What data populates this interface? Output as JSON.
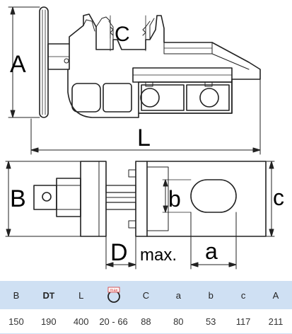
{
  "drawing": {
    "labels": {
      "A": "A",
      "C": "C",
      "L": "L",
      "B": "B",
      "b": "b",
      "c": "c",
      "D": "D",
      "max": "max.",
      "a": "a"
    }
  },
  "table": {
    "headers": [
      "B",
      "D",
      "L",
      "max-icon",
      "C",
      "a",
      "b",
      "c",
      "A"
    ],
    "dt_mark": "T",
    "max_icon_text": "max",
    "values": [
      "150",
      "190",
      "400",
      "20 - 66",
      "88",
      "80",
      "53",
      "117",
      "211"
    ],
    "colors": {
      "header_bg": "#cfe0f3",
      "max_icon": "#d32f2f"
    }
  }
}
